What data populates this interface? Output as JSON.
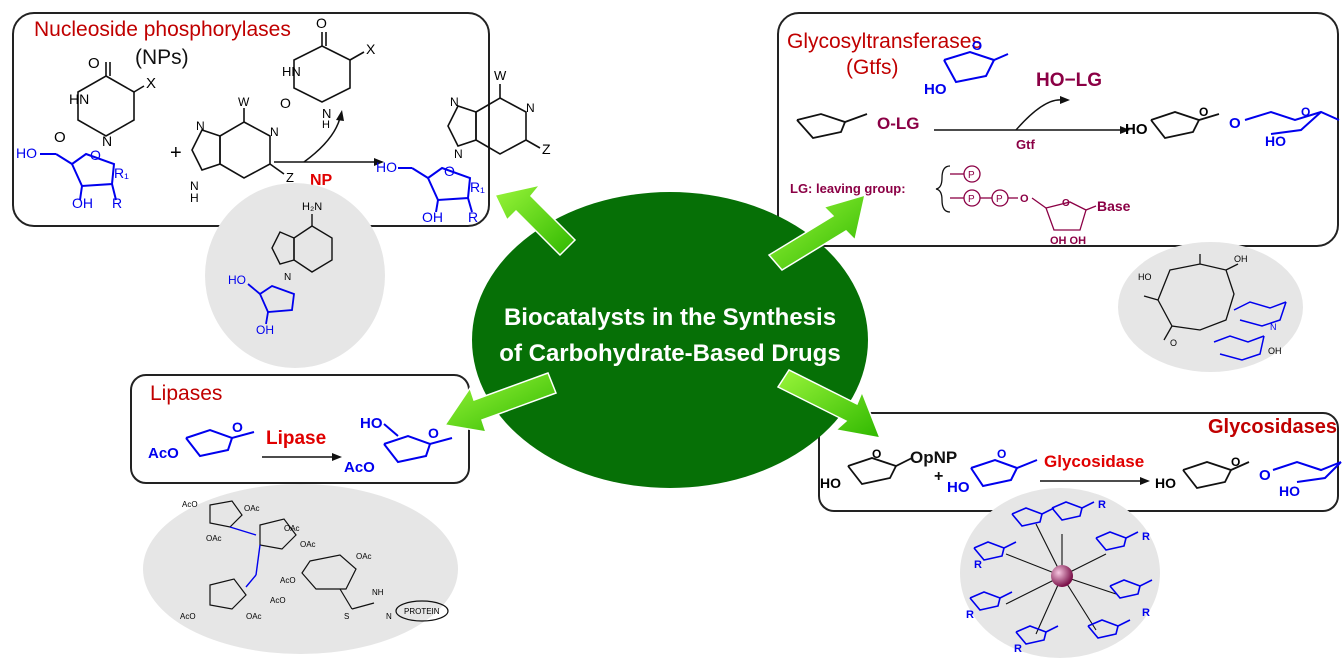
{
  "center": {
    "line1": "Biocatalysts in the Synthesis",
    "line2": "of Carbohydrate-Based  Drugs",
    "color": "#067006"
  },
  "np": {
    "title": "Nucleoside phosphorylases",
    "abbr": "(NPs)",
    "enzyme": "NP",
    "plus": "+"
  },
  "gtf": {
    "title": "Glycosyltransferases",
    "abbr": "(Gtfs)",
    "enzyme": "Gtf",
    "olg": "O-LG",
    "holg": "HO−LG",
    "lg_label": "LG: leaving group:",
    "base": "Base",
    "p": "P"
  },
  "lipase": {
    "title": "Lipases",
    "enzyme": "Lipase",
    "aco": "AcO",
    "ho": "HO",
    "protein": "PROTEIN"
  },
  "glycosidase": {
    "title": "Glycosidases",
    "enzyme": "Glycosidase",
    "opnp": "OpNP",
    "ho": "HO",
    "r": "R"
  },
  "colors": {
    "arrow": "#66dd00",
    "title_red": "#c00000",
    "sugar_blue": "#0000ee",
    "maroon": "#8b0045"
  }
}
